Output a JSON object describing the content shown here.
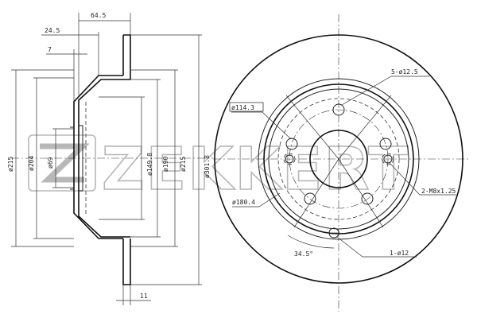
{
  "watermark": {
    "logo_text": "ZEKKERT"
  },
  "side_view": {
    "dim_64_5": "64.5",
    "dim_24_5": "24.5",
    "dim_7": "7",
    "dim_11": "11",
    "dia_215_left": "ø215",
    "dia_204": "ø204",
    "dia_69": "ø69",
    "dia_149_8": "ø149.8",
    "dia_190": "ø190",
    "dia_215_right": "ø215",
    "dia_301_8": "ø301.8"
  },
  "front_view": {
    "bolt_holes": "5-ø12.5",
    "pcd": "ø114.3",
    "threaded": "2-M8x1.25",
    "pilot": "ø180.4",
    "angle": "34.5°",
    "locator": "1-ø12"
  }
}
